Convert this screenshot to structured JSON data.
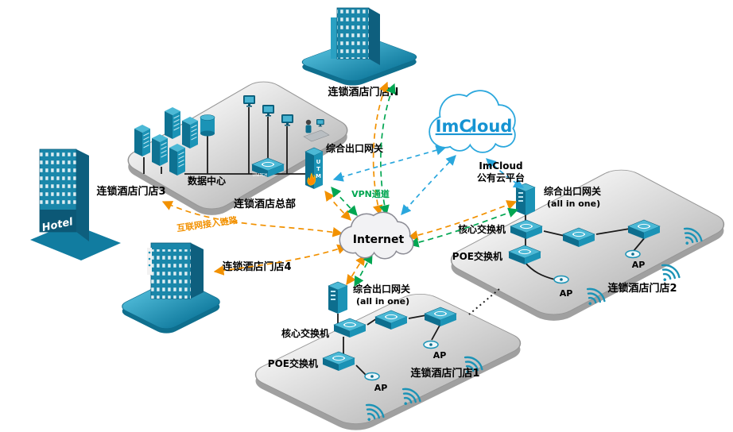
{
  "diagram": {
    "colors": {
      "teal": "#1b93b6",
      "teal_dark": "#0d6e8e",
      "orange": "#f29100",
      "green": "#00a651",
      "cyan": "#2aa7dd",
      "platform_grey": "#d9d9d9",
      "flame_orange": "#ff8a00"
    },
    "labels": {
      "store_n": "连锁酒店门店N",
      "store_3": "连锁酒店门店3",
      "store_4": "连锁酒店门店4",
      "store_2": "连锁酒店门店2",
      "store_1": "连锁酒店门店1",
      "hq": "连锁酒店总部",
      "datacenter": "数据中心",
      "hq_gateway": "综合出口网关",
      "gateway_line1": "综合出口网关",
      "gateway_line2": "(all in one)",
      "core_switch": "核心交换机",
      "poe_switch": "POE交换机",
      "ap": "AP",
      "internet": "Internet",
      "imcloud_brand": "ImCloud",
      "imcloud_name": "ImCloud",
      "imcloud_platform": "公有云平台",
      "vpn_tunnel": "VPN通道",
      "access_link": "互联网接入链路",
      "hotel_sign": "Hotel",
      "utm_letters": [
        "U",
        "T",
        "M"
      ],
      "switch_brand": "UNITCH"
    }
  }
}
